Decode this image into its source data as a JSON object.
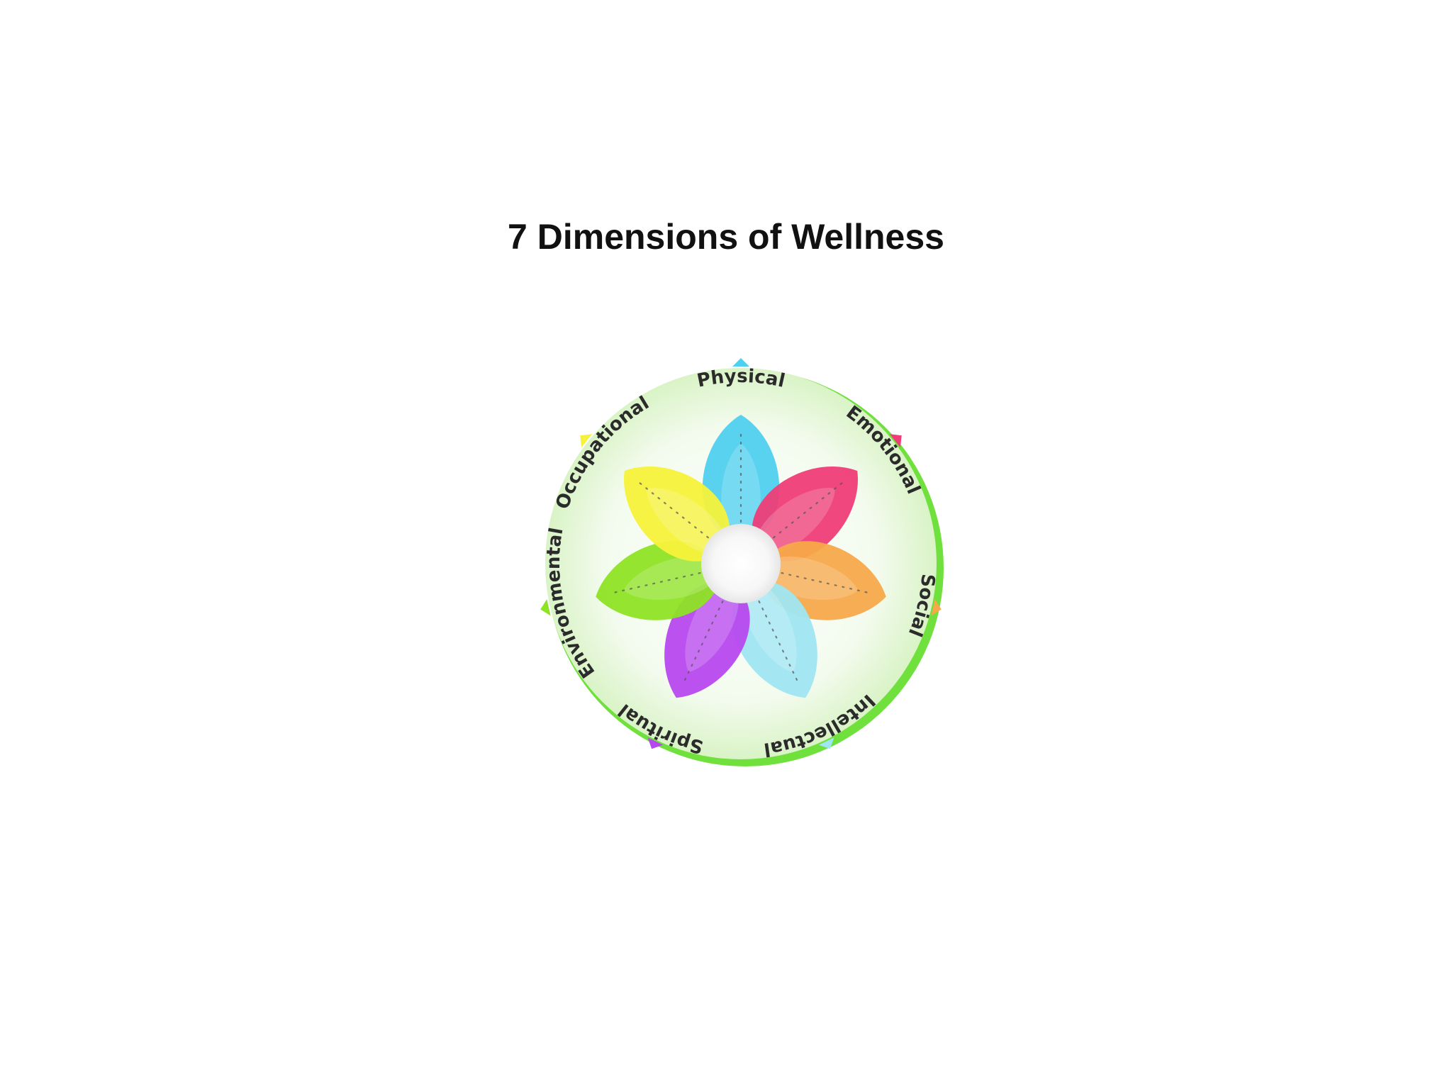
{
  "title": "7 Dimensions of Wellness",
  "dimensions": [
    {
      "name": "Physical",
      "color": "#4fd0ee"
    },
    {
      "name": "Emotional",
      "color": "#ee3d77"
    },
    {
      "name": "Social",
      "color": "#f7a94a"
    },
    {
      "name": "Intellectual",
      "color": "#9fe6f2"
    },
    {
      "name": "Spiritual",
      "color": "#b748ee"
    },
    {
      "name": "Environmental",
      "color": "#8ee325"
    },
    {
      "name": "Occupational",
      "color": "#f5f23a"
    }
  ],
  "colors": {
    "ring": "#6fe03c",
    "disc": "#eaf8e0",
    "center": "#ffffff"
  }
}
